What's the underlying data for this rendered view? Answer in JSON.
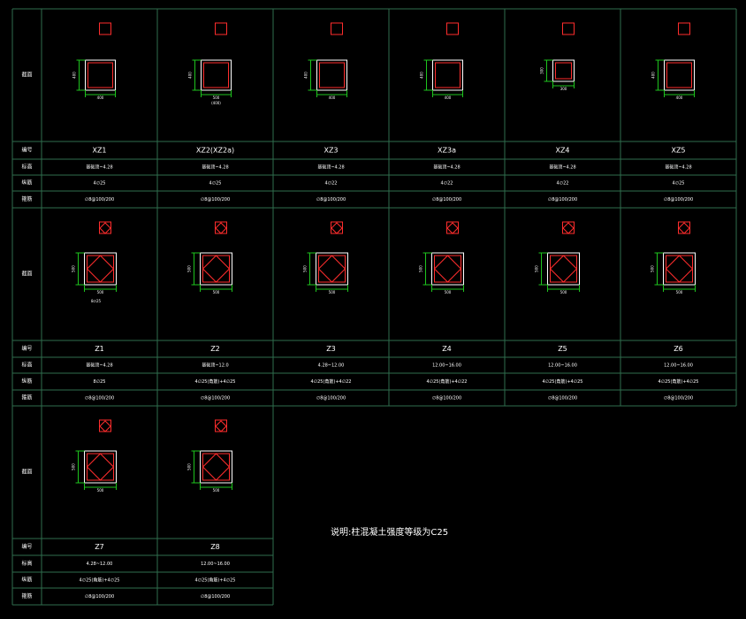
{
  "colors": {
    "grid": "#2f6e4e",
    "section": "#ff2d2d",
    "dimension": "#1ec41e",
    "text": "#ffffff",
    "background": "#000000"
  },
  "row_headers": {
    "section": "截面",
    "number": "编号",
    "elevation": "标高",
    "longitudinal": "纵筋",
    "stirrup": "箍筋"
  },
  "groups": [
    {
      "stirrup_type": "square",
      "columns": [
        {
          "id": "XZ1",
          "width": "400",
          "height": "400",
          "elevation": "基础顶~4.28",
          "longitudinal": "4∅25",
          "stirrup": "∅8@100/200"
        },
        {
          "id": "XZ2(XZ2a)",
          "width": "500",
          "height": "400",
          "width_extra": "(400)",
          "elevation": "基础顶~4.28",
          "longitudinal": "4∅25",
          "stirrup": "∅8@100/200"
        },
        {
          "id": "XZ3",
          "width": "400",
          "height": "400",
          "elevation": "基础顶~4.28",
          "longitudinal": "4∅22",
          "stirrup": "∅8@100/200"
        },
        {
          "id": "XZ3a",
          "width": "400",
          "height": "400",
          "elevation": "基础顶~4.28",
          "longitudinal": "4∅22",
          "stirrup": "∅8@100/200"
        },
        {
          "id": "XZ4",
          "width": "300",
          "height": "300",
          "elevation": "基础顶~4.28",
          "longitudinal": "4∅22",
          "stirrup": "∅8@100/200"
        },
        {
          "id": "XZ5",
          "width": "400",
          "height": "400",
          "elevation": "基础顶~4.28",
          "longitudinal": "4∅25",
          "stirrup": "∅8@100/200"
        }
      ]
    },
    {
      "stirrup_type": "diamond",
      "columns": [
        {
          "id": "Z1",
          "width": "500",
          "height": "500",
          "extra": "8∅25",
          "elevation": "基础顶~4.28",
          "longitudinal": "8∅25",
          "stirrup": "∅8@100/200"
        },
        {
          "id": "Z2",
          "width": "500",
          "height": "500",
          "elevation": "基础顶~12.0",
          "longitudinal": "4∅25(角筋)+4∅25",
          "stirrup": "∅8@100/200"
        },
        {
          "id": "Z3",
          "width": "500",
          "height": "500",
          "elevation": "4.28~12.00",
          "longitudinal": "4∅25(角筋)+4∅22",
          "stirrup": "∅8@100/200"
        },
        {
          "id": "Z4",
          "width": "500",
          "height": "500",
          "elevation": "12.00~16.00",
          "longitudinal": "4∅25(角筋)+4∅22",
          "stirrup": "∅8@100/200"
        },
        {
          "id": "Z5",
          "width": "500",
          "height": "500",
          "elevation": "12.00~16.00",
          "longitudinal": "4∅25(角筋)+4∅25",
          "stirrup": "∅8@100/200"
        },
        {
          "id": "Z6",
          "width": "500",
          "height": "500",
          "elevation": "12.00~16.00",
          "longitudinal": "4∅25(角筋)+4∅25",
          "stirrup": "∅8@100/200"
        }
      ]
    },
    {
      "stirrup_type": "diamond",
      "columns": [
        {
          "id": "Z7",
          "width": "500",
          "height": "500",
          "elevation": "4.28~12.00",
          "longitudinal": "4∅25(角筋)+4∅25",
          "stirrup": "∅8@100/200"
        },
        {
          "id": "Z8",
          "width": "500",
          "height": "500",
          "elevation": "12.00~16.00",
          "longitudinal": "4∅25(角筋)+4∅25",
          "stirrup": "∅8@100/200"
        }
      ]
    }
  ],
  "note": "说明:柱混凝土强度等级为C25"
}
